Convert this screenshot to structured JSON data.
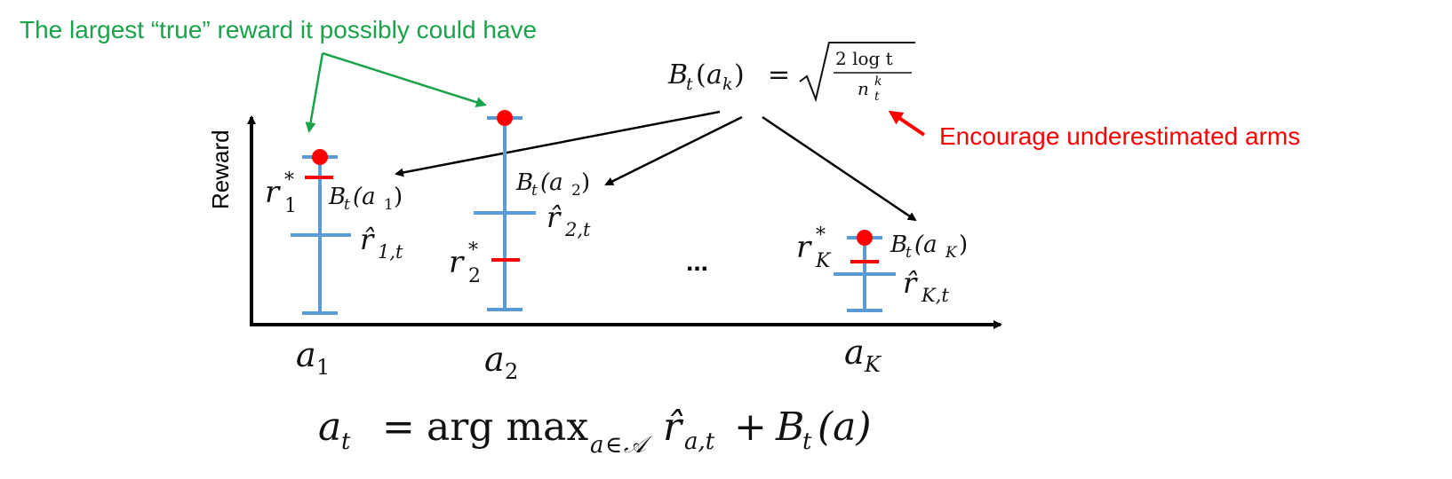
{
  "annotations": {
    "green_label": "The largest “true” reward it possibly could have",
    "red_label": "Encourage underestimated arms"
  },
  "axes": {
    "y_label": "Reward",
    "ellipsis": "..."
  },
  "formula_top": {
    "lhs_B": "B",
    "lhs_t": "t",
    "lhs_paren_open": "(",
    "lhs_a": "a",
    "lhs_k": "k",
    "lhs_paren_close": ")",
    "equals": "=",
    "num": "2 log t",
    "den_n": "n",
    "den_sup": "k",
    "den_sub": "t"
  },
  "formula_bottom": {
    "a": "a",
    "t": "t",
    "equals": "=",
    "argmax": "arg max",
    "sub_a": "a",
    "sub_in": "∈",
    "sub_A": "𝒜",
    "r_hat": "r̂",
    "r_sub": "a,t",
    "plus": "+",
    "B": "B",
    "Bt": "t",
    "paren": "(a)"
  },
  "arms": [
    {
      "name": "a",
      "sub": "1",
      "rstar": "r",
      "rstar_sub": "1",
      "rstar_sup": "*",
      "rhat": "r̂",
      "rhat_sub": "1,t",
      "B": "B",
      "B_t": "t",
      "B_paren": "(a",
      "B_sub": "1",
      "B_close": ")"
    },
    {
      "name": "a",
      "sub": "2",
      "rstar": "r",
      "rstar_sub": "2",
      "rstar_sup": "*",
      "rhat": "r̂",
      "rhat_sub": "2,t",
      "B": "B",
      "B_t": "t",
      "B_paren": "(a",
      "B_sub": "2",
      "B_close": ")"
    },
    {
      "name": "a",
      "sub": "K",
      "rstar": "r",
      "rstar_sub": "K",
      "rstar_sup": "*",
      "rhat": "r̂",
      "rhat_sub": "K,t",
      "B": "B",
      "B_t": "t",
      "B_paren": "(a",
      "B_sub": "K",
      "B_close": ")"
    }
  ],
  "colors": {
    "bar": "#5b9bd5",
    "red": "#ff0000",
    "green": "#1aa34a",
    "black": "#000000"
  }
}
